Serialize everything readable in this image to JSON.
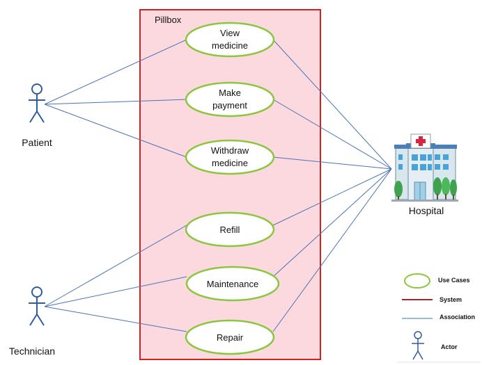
{
  "system": {
    "label": "Pillbox"
  },
  "use_cases": [
    {
      "id": "view",
      "lines": [
        "View",
        "medicine"
      ]
    },
    {
      "id": "pay",
      "lines": [
        "Make",
        "payment"
      ]
    },
    {
      "id": "withdraw",
      "lines": [
        "Withdraw",
        "medicine"
      ]
    },
    {
      "id": "refill",
      "lines": [
        "Refill"
      ]
    },
    {
      "id": "maintenance",
      "lines": [
        "Maintenance"
      ]
    },
    {
      "id": "repair",
      "lines": [
        "Repair"
      ]
    }
  ],
  "actors": {
    "patient": {
      "label": "Patient"
    },
    "technician": {
      "label": "Technician"
    },
    "hospital": {
      "label": "Hospital"
    }
  },
  "legend": {
    "use_cases": "Use Cases",
    "system": "System",
    "association": "Association",
    "actor": "Actor"
  },
  "colors": {
    "system_fill": "#fbd9df",
    "system_border": "#cc2222",
    "usecase_fill": "#ffffff",
    "usecase_border": "#8cc63e",
    "association": "#4a73b5",
    "legend_system": "#9a2a2a",
    "legend_association": "#6fa8dc",
    "actor": "#2f5d9c"
  }
}
